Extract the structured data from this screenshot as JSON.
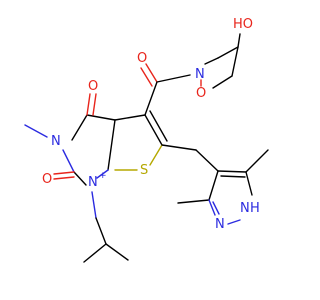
{
  "molecule": {
    "atoms": {
      "hydroxyl": "HO",
      "ring_o_top": "O",
      "ring_n_top": "N",
      "isoxazolidine_o": "O",
      "carbonyl_o_left": "O",
      "n_methyl": "N",
      "carbonyl_o_bottom": "O",
      "thio_s": "S",
      "n_plus": "N",
      "charge": "+",
      "pyrazole_nh": "H",
      "pyrazole_n1": "N",
      "pyrazole_n2": "N"
    },
    "colors": {
      "oxygen": "#e8251c",
      "nitrogen": "#2b2be0",
      "sulfur": "#b5a800",
      "carbon": "#000000"
    }
  }
}
